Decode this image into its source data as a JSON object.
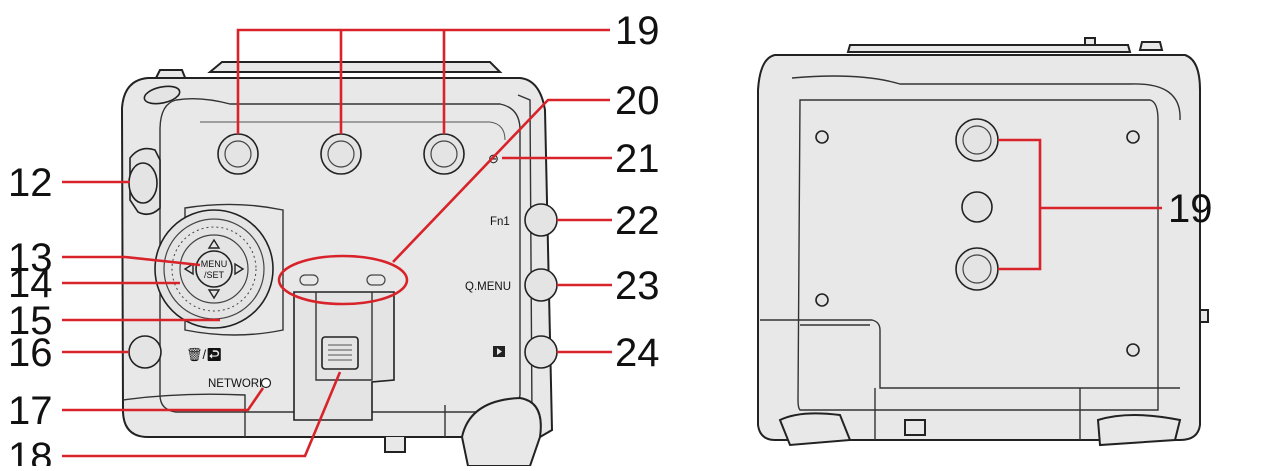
{
  "callouts": {
    "n12": "12",
    "n13": "13",
    "n14": "14",
    "n15": "15",
    "n16": "16",
    "n17": "17",
    "n18": "18",
    "n19": "19",
    "n20": "20",
    "n21": "21",
    "n22": "22",
    "n23": "23",
    "n24": "24",
    "n19b": "19"
  },
  "labels": {
    "fn1": "Fn1",
    "qmenu": "Q.MENU",
    "network": "NETWORK",
    "menu_top": "MENU",
    "menu_bottom": "/SET"
  },
  "colors": {
    "leader": "#d8232a",
    "body": "#e8e8e8",
    "outline": "#222222"
  }
}
